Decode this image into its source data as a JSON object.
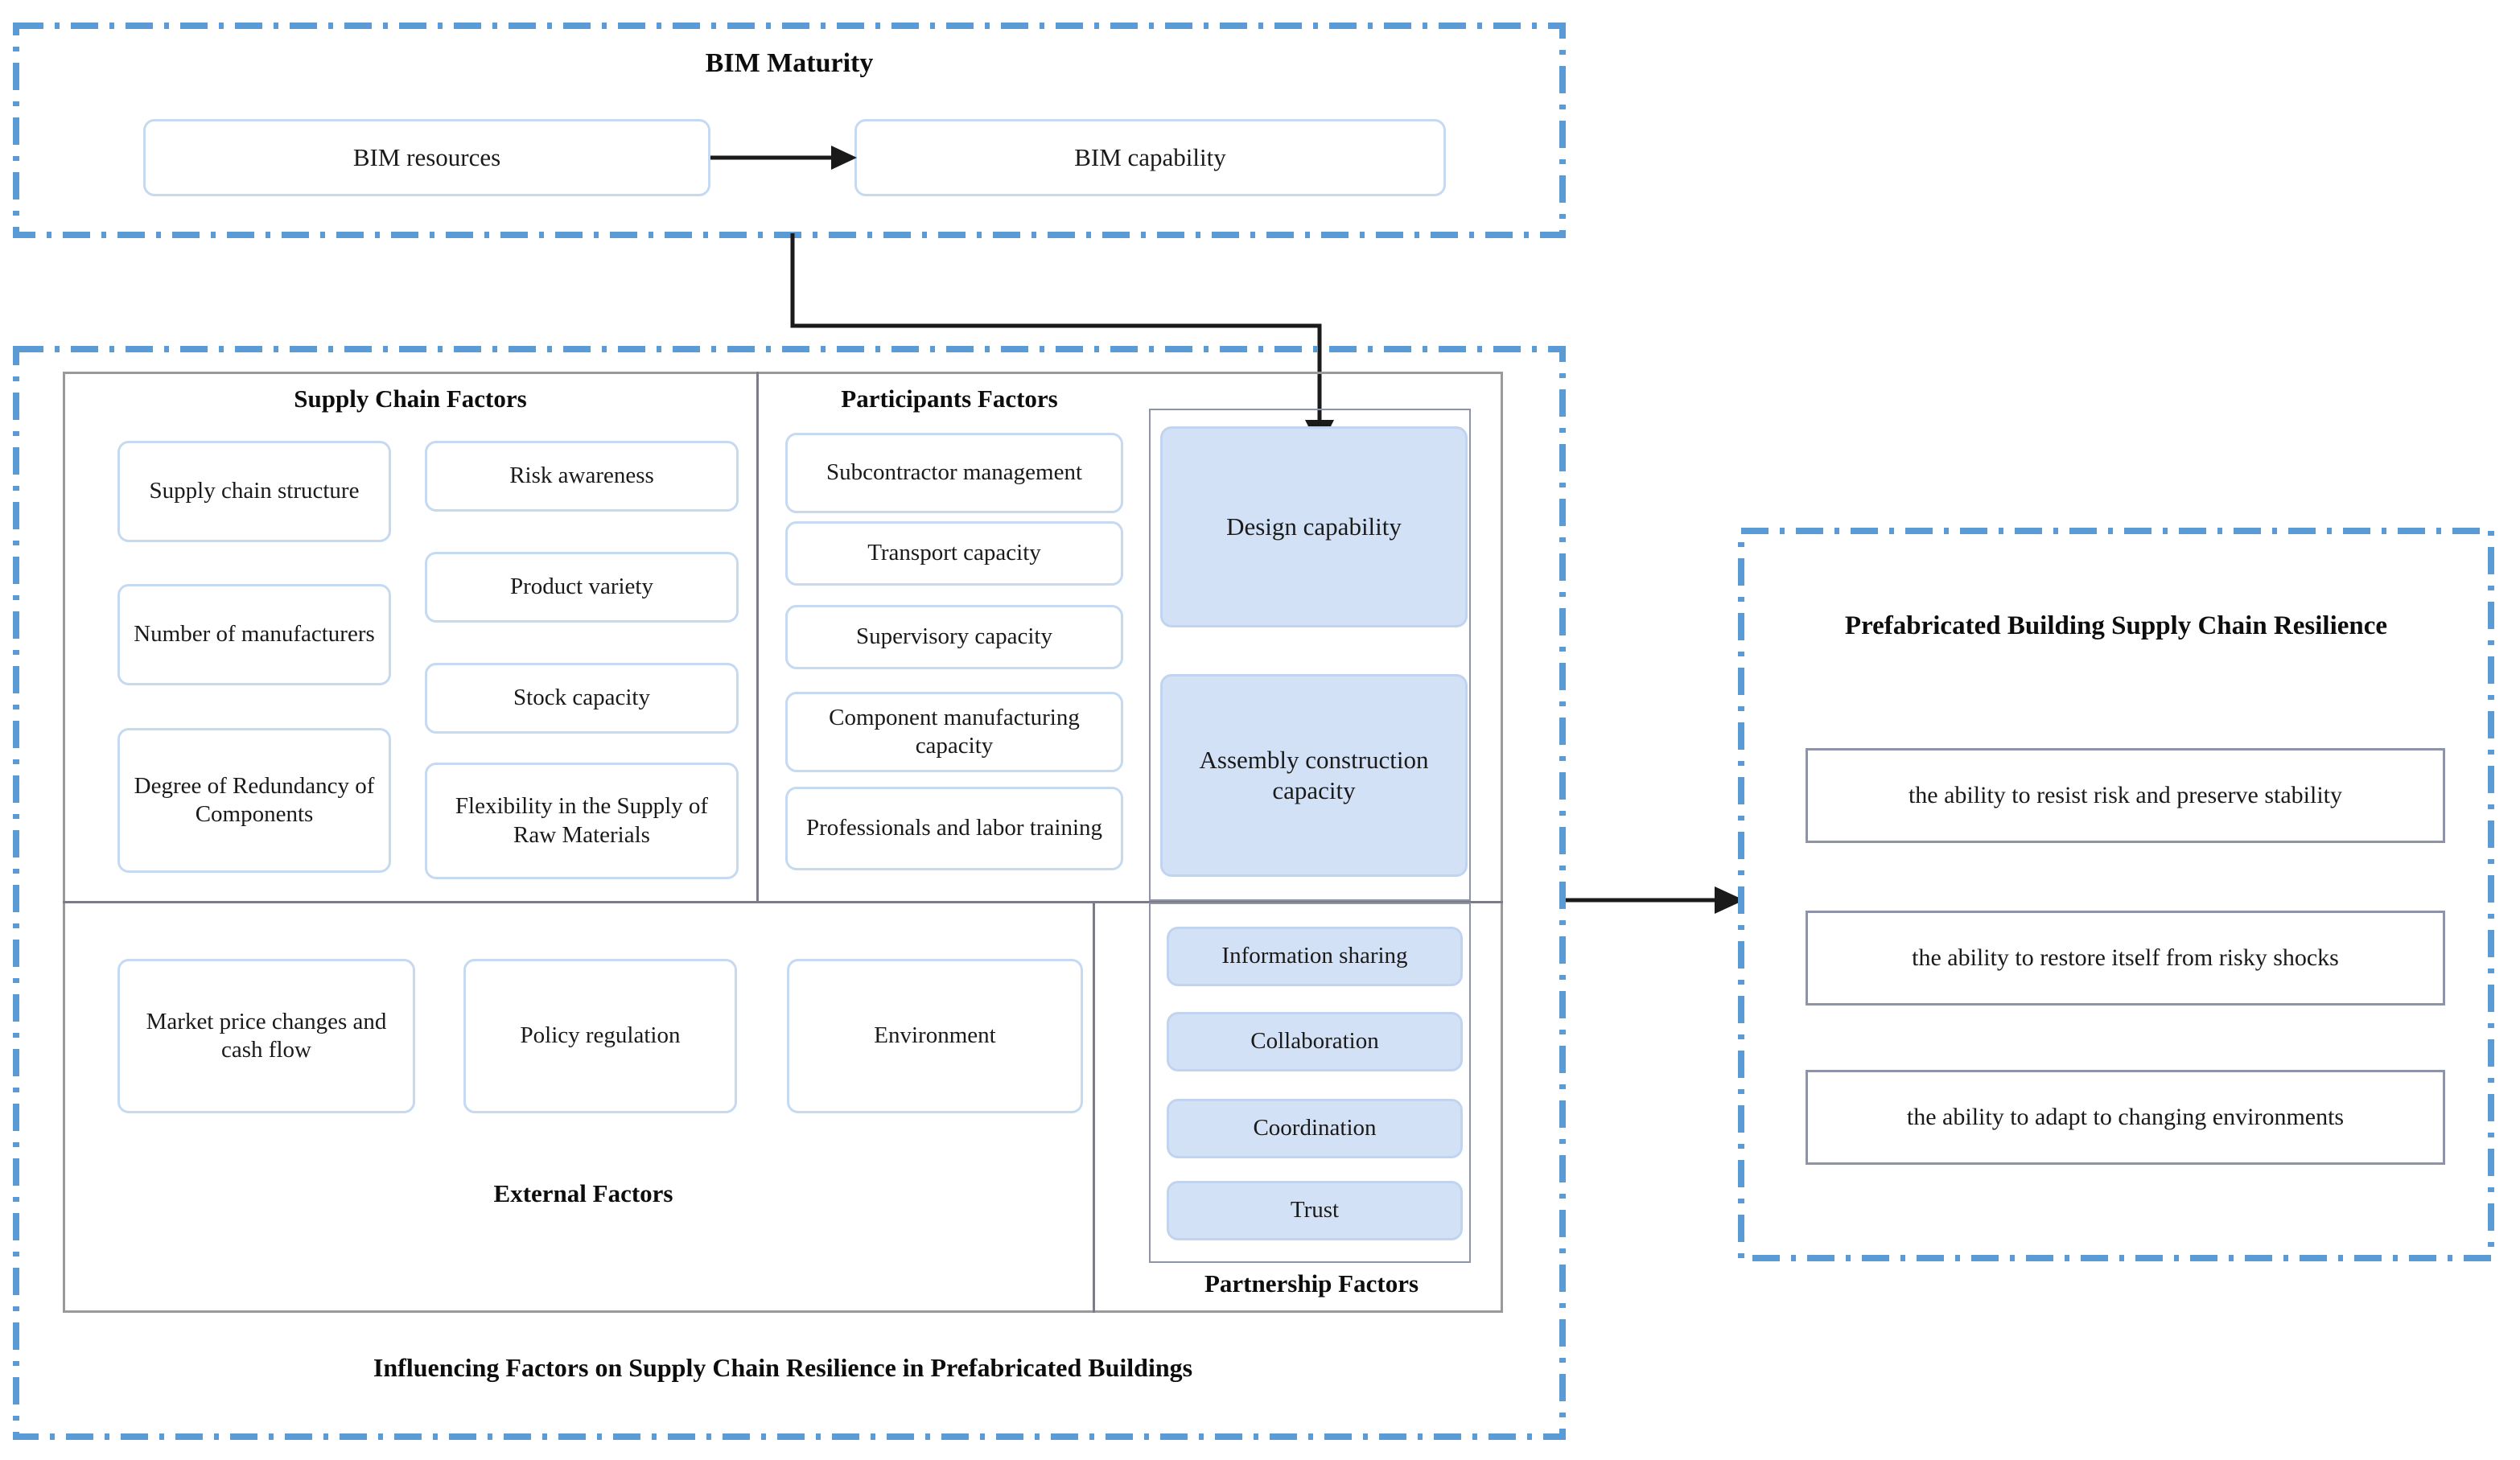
{
  "bim_maturity": {
    "title": "BIM Maturity",
    "nodes": [
      {
        "label": "BIM resources"
      },
      {
        "label": "BIM capability"
      }
    ]
  },
  "influencing_factors": {
    "caption": "Influencing Factors on Supply Chain Resilience in Prefabricated Buildings",
    "supply_chain": {
      "title": "Supply Chain Factors",
      "left_column": [
        {
          "label": "Supply chain structure"
        },
        {
          "label": "Number of manufacturers"
        },
        {
          "label": "Degree of Redundancy of Components"
        }
      ],
      "right_column": [
        {
          "label": "Risk awareness"
        },
        {
          "label": "Product variety"
        },
        {
          "label": "Stock capacity"
        },
        {
          "label": "Flexibility in the Supply of Raw Materials"
        }
      ]
    },
    "participants": {
      "title": "Participants Factors",
      "items": [
        {
          "label": "Subcontractor management"
        },
        {
          "label": "Transport capacity"
        },
        {
          "label": "Supervisory capacity"
        },
        {
          "label": "Component manufacturing capacity"
        },
        {
          "label": "Professionals and labor training"
        }
      ]
    },
    "capability_column": {
      "items": [
        {
          "label": "Design capability"
        },
        {
          "label": "Assembly construction capacity"
        }
      ]
    },
    "external": {
      "title": "External Factors",
      "items": [
        {
          "label": "Market price changes and cash flow"
        },
        {
          "label": "Policy regulation"
        },
        {
          "label": "Environment"
        }
      ]
    },
    "partnership": {
      "title": "Partnership Factors",
      "items": [
        {
          "label": "Information sharing"
        },
        {
          "label": "Collaboration"
        },
        {
          "label": "Coordination"
        },
        {
          "label": "Trust"
        }
      ]
    }
  },
  "resilience": {
    "title": "Prefabricated Building Supply Chain Resilience",
    "items": [
      {
        "label": "the ability to resist risk and preserve stability"
      },
      {
        "label": "the ability to restore itself from risky shocks"
      },
      {
        "label": "the ability to adapt to changing environments"
      }
    ]
  },
  "colors": {
    "dash_border": "#5B9BD5",
    "node_border": "#c5d9f1",
    "node_fill": "#d3e1f7",
    "panel_border": "#9a9a9a",
    "connector": "#1a1a1a"
  }
}
